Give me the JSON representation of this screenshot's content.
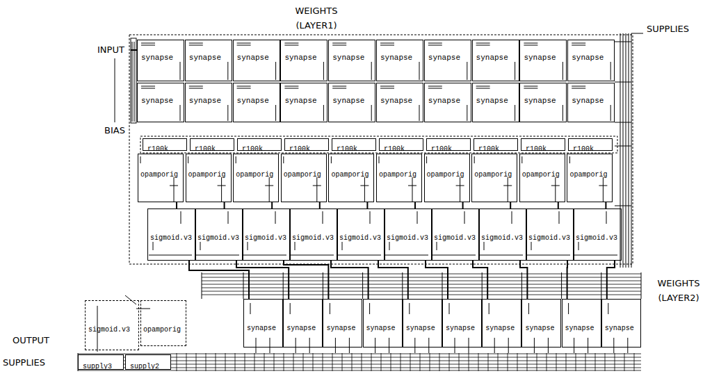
{
  "diagram": {
    "nodes": [
      {
        "text": [
          "synapse"
        ]
      },
      {
        "text": [
          "synapse"
        ]
      },
      {
        "text": [
          "synapse"
        ]
      },
      {
        "text": [
          "synapse"
        ]
      },
      {
        "text": [
          "synapse"
        ]
      },
      {
        "text": [
          "synapse"
        ]
      },
      {
        "text": [
          "synapse"
        ]
      },
      {
        "text": [
          "synapse"
        ]
      },
      {
        "text": [
          "synapse"
        ]
      },
      {
        "text": [
          "synapse"
        ]
      },
      {
        "text": [
          "synapse"
        ]
      },
      {
        "text": [
          "synapse"
        ]
      },
      {
        "text": [
          "synapse"
        ]
      },
      {
        "text": [
          "synapse"
        ]
      },
      {
        "text": [
          "synapse"
        ]
      },
      {
        "text": [
          "synapse"
        ]
      },
      {
        "text": [
          "synapse"
        ]
      },
      {
        "text": [
          "synapse"
        ]
      },
      {
        "text": [
          "synapse"
        ]
      },
      {
        "text": [
          "synapse"
        ]
      },
      {
        "text": [
          "r100k"
        ]
      },
      {
        "text": [
          "r100k"
        ]
      },
      {
        "text": [
          "r100k"
        ]
      },
      {
        "text": [
          "r100k"
        ]
      },
      {
        "text": [
          "r100k"
        ]
      },
      {
        "text": [
          "r100k"
        ]
      },
      {
        "text": [
          "r100k"
        ]
      },
      {
        "text": [
          "r100k"
        ]
      },
      {
        "text": [
          "r100k"
        ]
      },
      {
        "text": [
          "r100k"
        ]
      },
      {
        "text": [
          "opamporig"
        ]
      },
      {
        "text": [
          "opamporig"
        ]
      },
      {
        "text": [
          "opamporig"
        ]
      },
      {
        "text": [
          "opamporig"
        ]
      },
      {
        "text": [
          "opamporig"
        ]
      },
      {
        "text": [
          "opamporig"
        ]
      },
      {
        "text": [
          "opamporig"
        ]
      },
      {
        "text": [
          "opamporig"
        ]
      },
      {
        "text": [
          "opamporig"
        ]
      },
      {
        "text": [
          "opamporig"
        ]
      },
      {
        "text": [
          "sigmoid.v3"
        ]
      },
      {
        "text": [
          "sigmoid.v3"
        ]
      },
      {
        "text": [
          "sigmoid.v3"
        ]
      },
      {
        "text": [
          "sigmoid.v3"
        ]
      },
      {
        "text": [
          "sigmoid.v3"
        ]
      },
      {
        "text": [
          "sigmoid.v3"
        ]
      },
      {
        "text": [
          "sigmoid.v3"
        ]
      },
      {
        "text": [
          "sigmoid.v3"
        ]
      },
      {
        "text": [
          "sigmoid.v3"
        ]
      },
      {
        "text": [
          "sigmoid.v3"
        ]
      },
      {
        "text": [
          "sigmoid.v3"
        ]
      },
      {
        "text": [
          "opamporig"
        ]
      },
      {
        "text": [
          "synapse"
        ]
      },
      {
        "text": [
          "synapse"
        ]
      },
      {
        "text": [
          "synapse"
        ]
      },
      {
        "text": [
          "synapse"
        ]
      },
      {
        "text": [
          "synapse"
        ]
      },
      {
        "text": [
          "synapse"
        ]
      },
      {
        "text": [
          "synapse"
        ]
      },
      {
        "text": [
          "synapse"
        ]
      },
      {
        "text": [
          "synapse"
        ]
      },
      {
        "text": [
          "synapse"
        ]
      },
      {
        "text": [
          "supply3"
        ]
      },
      {
        "text": [
          "supply2"
        ]
      }
    ],
    "edges": [
      {
        "from": 30,
        "to": 40,
        "arrow": "none"
      },
      {
        "from": 31,
        "to": 41,
        "arrow": "none"
      },
      {
        "from": 32,
        "to": 42,
        "arrow": "none"
      },
      {
        "from": 33,
        "to": 43,
        "arrow": "none"
      },
      {
        "from": 34,
        "to": 44,
        "arrow": "none"
      },
      {
        "from": 35,
        "to": 45,
        "arrow": "none"
      },
      {
        "from": 36,
        "to": 46,
        "arrow": "none"
      },
      {
        "from": 37,
        "to": 47,
        "arrow": "none"
      },
      {
        "from": 38,
        "to": 48,
        "arrow": "none"
      },
      {
        "from": 39,
        "to": 49,
        "arrow": "none"
      },
      {
        "from": 40,
        "to": 52,
        "arrow": "none"
      },
      {
        "from": 41,
        "to": 53,
        "arrow": "none"
      },
      {
        "from": 42,
        "to": 54,
        "arrow": "none"
      },
      {
        "from": 43,
        "to": 55,
        "arrow": "none"
      },
      {
        "from": 44,
        "to": 56,
        "arrow": "none"
      },
      {
        "from": 45,
        "to": 57,
        "arrow": "none"
      },
      {
        "from": 46,
        "to": 58,
        "arrow": "none"
      },
      {
        "from": 47,
        "to": 59,
        "arrow": "none"
      },
      {
        "from": 48,
        "to": 60,
        "arrow": "none"
      },
      {
        "from": 49,
        "to": 61,
        "arrow": "none"
      }
    ],
    "labels": [
      "WEIGHTS (LAYER1)",
      "SUPPLIES",
      "INPUT",
      "BIAS",
      "WEIGHTS (LAYER2)",
      "OUTPUT",
      "SUPPLIES"
    ]
  }
}
